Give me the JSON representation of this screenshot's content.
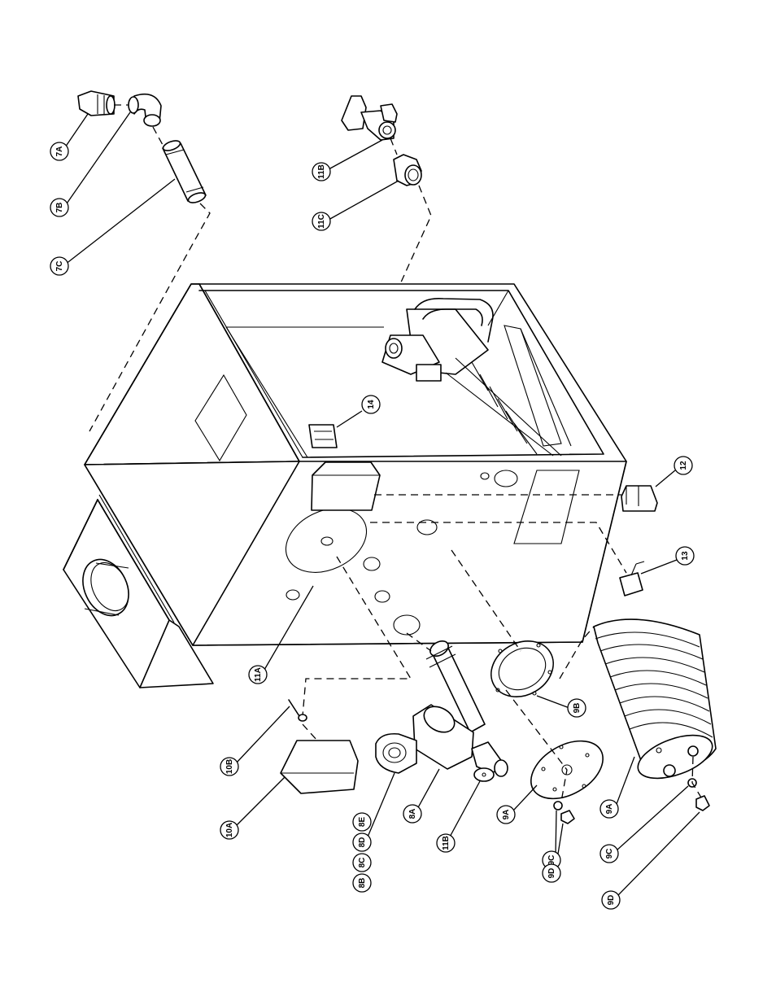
{
  "callouts": {
    "c7a": "7A",
    "c7b": "7B",
    "c7c": "7C",
    "c11b_top": "11B",
    "c11c": "11C",
    "c14": "14",
    "c12": "12",
    "c13": "13",
    "c11a": "11A",
    "c10b": "10B",
    "c10a": "10A",
    "c8b": "8B",
    "c8c": "8C",
    "c8d": "8D",
    "c8e": "8E",
    "c8a": "8A",
    "c11b_bottom": "11B",
    "c9b": "9B",
    "c9a_plate": "9A",
    "c9c_left": "9C",
    "c9d_left": "9D",
    "c9a_element": "9A",
    "c9c_right": "9C",
    "c9d_right": "9D"
  }
}
